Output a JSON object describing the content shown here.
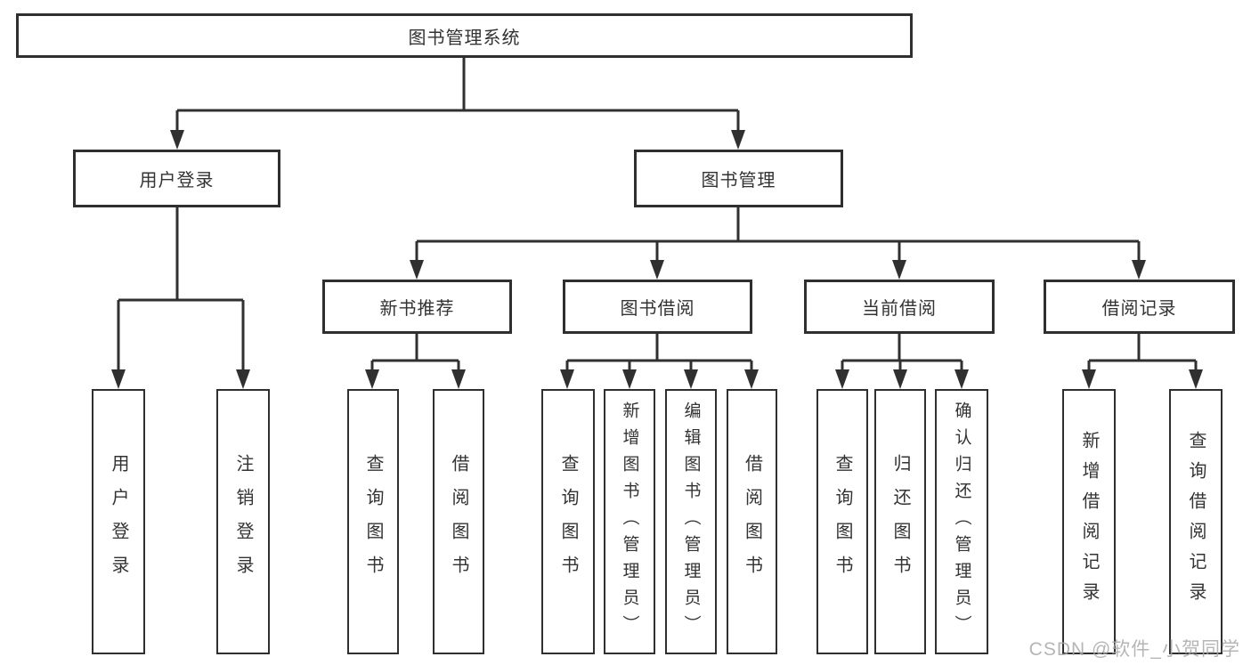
{
  "tree": {
    "root": "图书管理系统",
    "branches": [
      {
        "label": "用户登录",
        "children": [
          "用户登录",
          "注销登录"
        ]
      },
      {
        "label": "图书管理",
        "children": [
          {
            "label": "新书推荐",
            "children": [
              "查询图书",
              "借阅图书"
            ]
          },
          {
            "label": "图书借阅",
            "children": [
              "查询图书",
              "新增图书（管理员）",
              "编辑图书（管理员）",
              "借阅图书"
            ]
          },
          {
            "label": "当前借阅",
            "children": [
              "查询图书",
              "归还图书",
              "确认归还（管理员）"
            ]
          },
          {
            "label": "借阅记录",
            "children": [
              "新增借阅记录",
              "查询借阅记录"
            ]
          }
        ]
      }
    ]
  },
  "watermark": {
    "text": "CSDN @软件_小贺同学"
  },
  "colors": {
    "line": "#303030",
    "box_border": "#2f2f2f",
    "text": "#333333",
    "background": "#ffffff",
    "watermark": "#a9a9a9"
  }
}
